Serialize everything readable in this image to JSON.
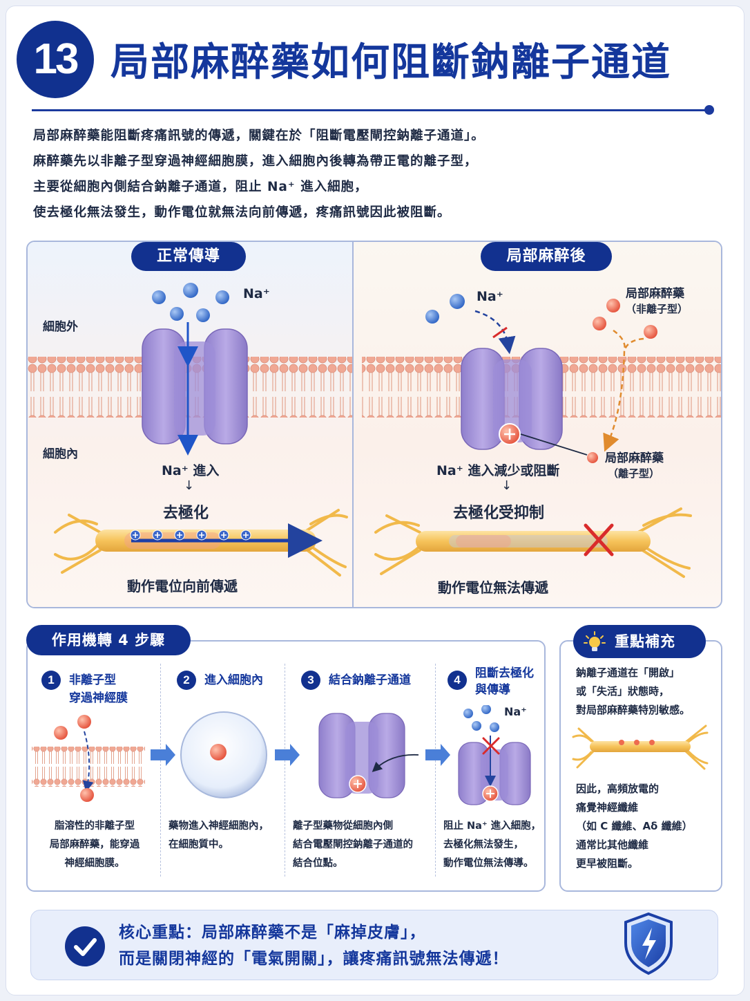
{
  "header": {
    "number": "13",
    "title": "局部麻醉藥如何阻斷鈉離子通道"
  },
  "intro": [
    "局部麻醉藥能阻斷疼痛訊號的傳遞，關鍵在於「阻斷電壓閘控鈉離子通道」。",
    "麻醉藥先以非離子型穿過神經細胞膜，進入細胞內後轉為帶正電的離子型，",
    "主要從細胞內側結合鈉離子通道，阻止 Na⁺ 進入細胞，",
    "使去極化無法發生，動作電位就無法向前傳遞，疼痛訊號因此被阻斷。"
  ],
  "normal": {
    "title": "正常傳導",
    "outside": "細胞外",
    "inside": "細胞內",
    "na": "Na⁺",
    "na_enter": "Na⁺ 進入",
    "arrow": "↓",
    "depol": "去極化",
    "ap": "動作電位向前傳遞"
  },
  "anesthetic": {
    "title": "局部麻醉後",
    "na": "Na⁺",
    "drug_nonion_1": "局部麻醉藥",
    "drug_nonion_2": "（非離子型）",
    "drug_ion_1": "局部麻醉藥",
    "drug_ion_2": "（離子型）",
    "na_reduced": "Na⁺ 進入減少或阻斷",
    "arrow": "↓",
    "depol": "去極化受抑制",
    "ap": "動作電位無法傳遞"
  },
  "steps": {
    "title": "作用機轉 4 步驟",
    "items": [
      {
        "num": "1",
        "title1": "非離子型",
        "title2": "穿過神經膜",
        "desc": [
          "脂溶性的非離子型",
          "局部麻醉藥，能穿過",
          "神經細胞膜。"
        ]
      },
      {
        "num": "2",
        "title1": "進入細胞內",
        "title2": "",
        "desc": [
          "藥物進入神經細胞內，",
          "在細胞質中。",
          ""
        ]
      },
      {
        "num": "3",
        "title1": "結合鈉離子通道",
        "title2": "",
        "desc": [
          "離子型藥物從細胞內側",
          "結合電壓閘控鈉離子通道的",
          "結合位點。"
        ]
      },
      {
        "num": "4",
        "title1": "阻斷去極化",
        "title2": "與傳導",
        "desc": [
          "阻止 Na⁺ 進入細胞，",
          "去極化無法發生，",
          "動作電位無法傳導。"
        ]
      }
    ],
    "na": "Na⁺"
  },
  "supplement": {
    "title": "重點補充",
    "text1": [
      "鈉離子通道在「開啟」",
      "或「失活」狀態時，",
      "對局部麻醉藥特別敏感。"
    ],
    "text2": [
      "因此，高頻放電的",
      "痛覺神經纖維",
      "（如 C 纖維、Aδ 纖維）",
      "通常比其他纖維",
      "更早被阻斷。"
    ]
  },
  "banner": {
    "line1": "核心重點：局部麻醉藥不是「麻掉皮膚」，",
    "line2": "而是關閉神經的「電氣開關」，讓疼痛訊號無法傳遞！"
  },
  "colors": {
    "navy": "#12318f",
    "channel": "#a897d8",
    "na_ion": "#3f78d6",
    "drug": "#ee6b4f",
    "membrane": "#f0a894",
    "nerve": "#f5c45a"
  }
}
